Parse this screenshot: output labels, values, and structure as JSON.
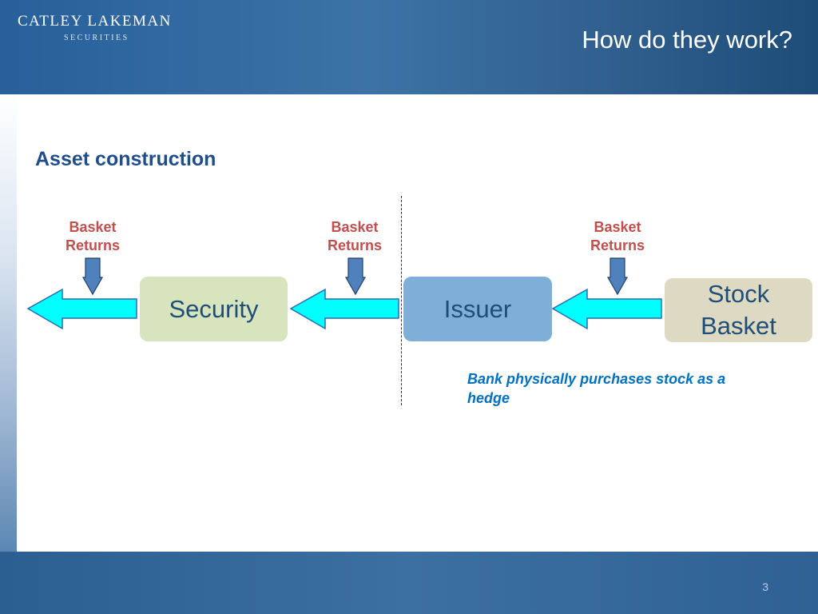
{
  "header": {
    "logo_main": "CATLEY LAKEMAN",
    "logo_sub": "SECURITIES",
    "title": "How do they work?"
  },
  "section_heading": "Asset construction",
  "diagram": {
    "return_labels": [
      {
        "line1": "Basket",
        "line2": "Returns"
      },
      {
        "line1": "Basket",
        "line2": "Returns"
      },
      {
        "line1": "Basket",
        "line2": "Returns"
      }
    ],
    "boxes": {
      "security": "Security",
      "issuer": "Issuer",
      "stock_basket_line1": "Stock",
      "stock_basket_line2": "Basket"
    },
    "note": "Bank physically purchases stock as a hedge"
  },
  "footer": {
    "page_number": "3"
  },
  "colors": {
    "flow_arrow_fill": "#00ffff",
    "flow_arrow_stroke": "#2b6cb0",
    "down_arrow_fill": "#4f81bd",
    "down_arrow_stroke": "#1f3f6b",
    "label_red": "#c0504d",
    "heading_blue": "#1f4e8c",
    "note_blue": "#0070c0"
  }
}
